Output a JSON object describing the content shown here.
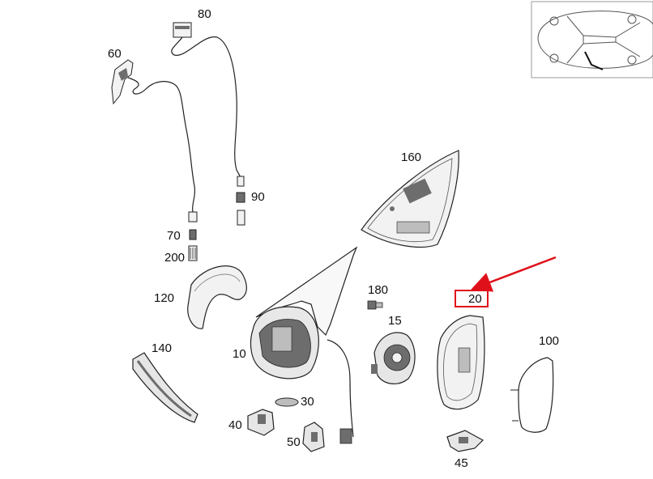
{
  "callouts": {
    "p80": "80",
    "p60": "60",
    "p90": "90",
    "p70": "70",
    "p200": "200",
    "p160": "160",
    "p120": "120",
    "p180": "180",
    "p15": "15",
    "p20": "20",
    "p100": "100",
    "p140": "140",
    "p10": "10",
    "p30": "30",
    "p40": "40",
    "p50": "50",
    "p45": "45"
  },
  "highlighted_part": "20",
  "colors": {
    "highlight": "#e0101a",
    "line": "#222222",
    "part_fill": "#f2f2f2",
    "part_dark": "#6d6d6d"
  },
  "icons": {
    "vehicle_locator": "car-top-view-icon",
    "pointer": "red-arrow-icon"
  }
}
